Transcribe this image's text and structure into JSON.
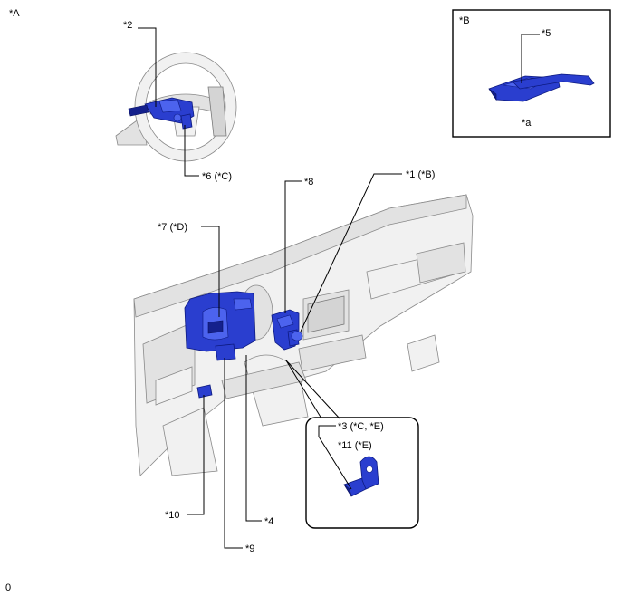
{
  "view_labels": {
    "main": "*A",
    "inset_b": "*B"
  },
  "callouts": {
    "c1": "*1 (*B)",
    "c2": "*2",
    "c3": "*3 (*C, *E)",
    "c4": "*4",
    "c5": "*5",
    "c6": "*6 (*C)",
    "c7": "*7 (*D)",
    "c8": "*8",
    "c9": "*9",
    "c10": "*10",
    "c11": "*11 (*E)"
  },
  "inset_b_caption": "*a",
  "corner_mark": "0",
  "colors": {
    "highlight_part": "#2a3ecf",
    "vehicle_line": "#8a8a8a",
    "vehicle_fill": "#f1f1f1",
    "leader": "#000000"
  }
}
